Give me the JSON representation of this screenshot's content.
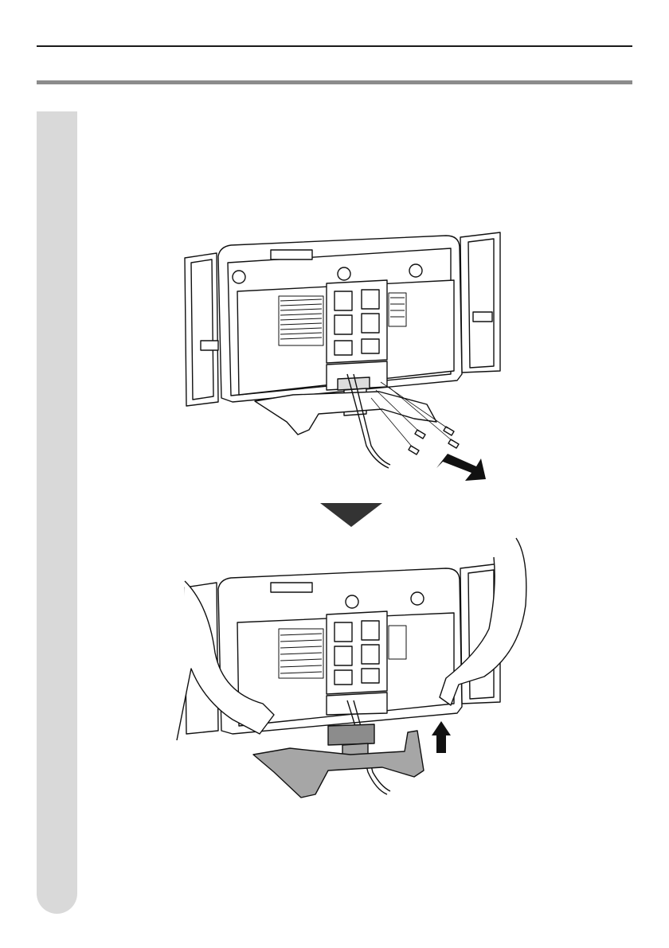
{
  "page": {
    "background": "#ffffff"
  },
  "header": {
    "rule_color": "#1a1a1a",
    "accent_rule_color": "#8c8c8c"
  },
  "side_tab": {
    "color": "#d9d9d9"
  },
  "figures": [
    {
      "name": "remove-screws-figure",
      "icon": "tv-back-with-stand-and-screws",
      "arrow": "pull-out-arrow"
    },
    {
      "name": "lift-off-stand-figure",
      "icon": "tv-lifted-from-stand",
      "arrow": "lift-up-arrow"
    }
  ],
  "step_indicator": {
    "icon": "down-triangle-icon",
    "color": "#333333"
  },
  "stand_color": "#a6a6a6"
}
